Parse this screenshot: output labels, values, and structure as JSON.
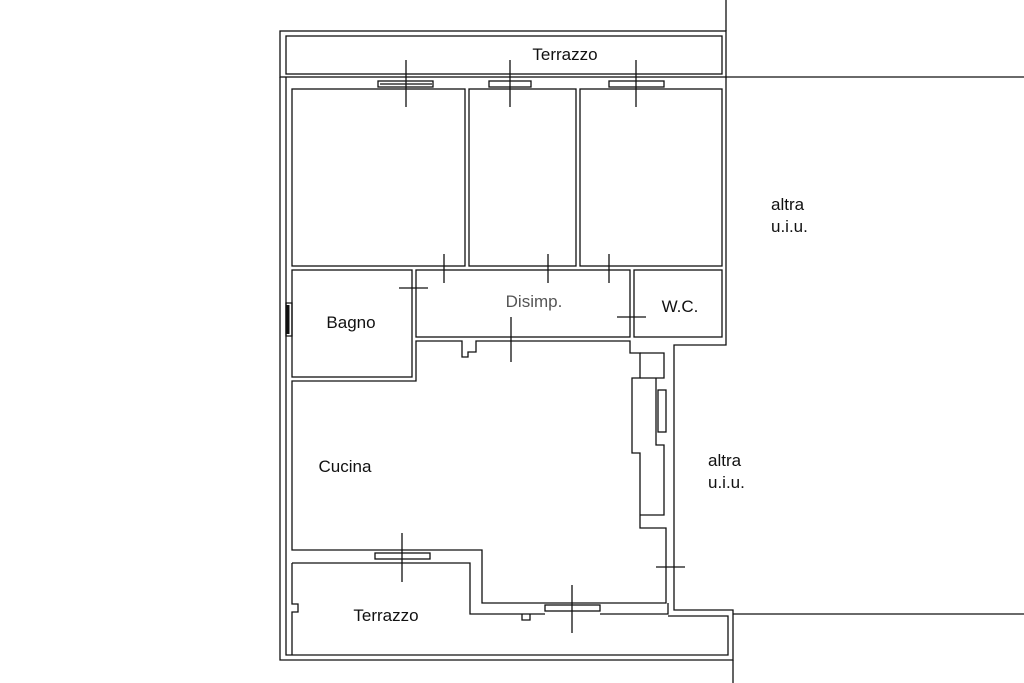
{
  "labels": {
    "terrazzo_top": "Terrazzo",
    "altra_1_line1": "altra",
    "altra_1_line2": "u.i.u.",
    "bagno": "Bagno",
    "disimp": "Disimp.",
    "wc": "W.C.",
    "cucina": "Cucina",
    "altra_2_line1": "altra",
    "altra_2_line2": "u.i.u.",
    "terrazzo_bottom": "Terrazzo"
  }
}
